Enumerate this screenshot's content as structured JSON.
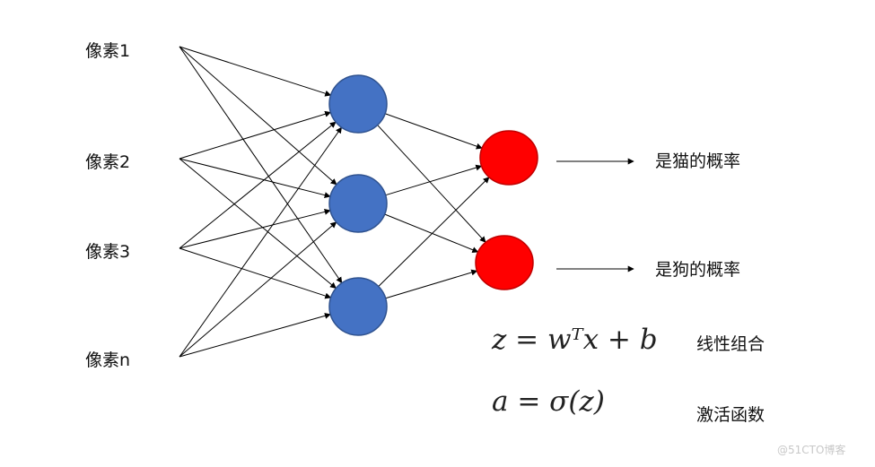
{
  "inputs": [
    "像素1",
    "像素2",
    "像素3",
    "像素n"
  ],
  "outputs": [
    "是猫的概率",
    "是狗的概率"
  ],
  "formulas": [
    {
      "expr": "z = wᵀx + b",
      "label": "线性组合"
    },
    {
      "expr": "a = σ(z)",
      "label": "激活函数"
    }
  ],
  "watermark": "@51CTO博客",
  "colors": {
    "hidden_fill": "#4472C4",
    "hidden_stroke": "#2F528F",
    "output_fill": "#FF0000",
    "output_stroke": "#C00000",
    "edge": "#000000"
  },
  "network": {
    "hidden_nodes": 3,
    "output_nodes": 2,
    "input_to_hidden": "fully-connected",
    "hidden_to_output": "fully-connected"
  }
}
